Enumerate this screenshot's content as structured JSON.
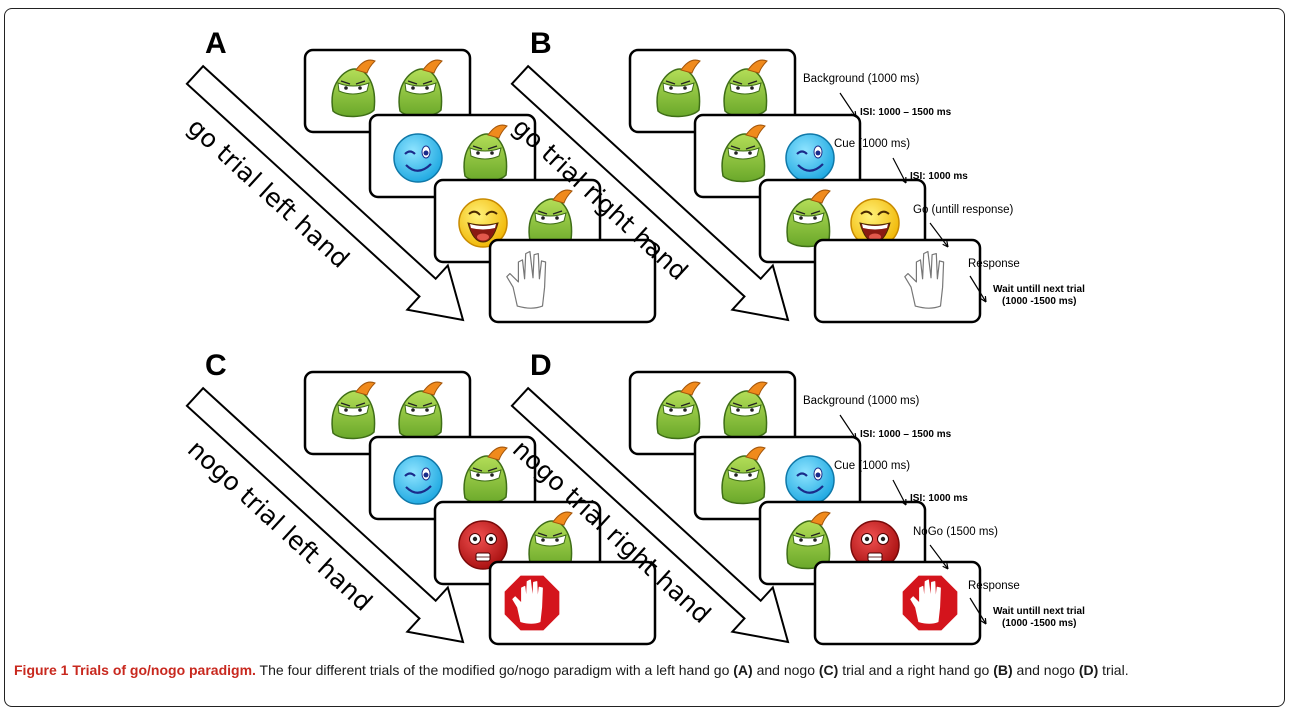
{
  "panels": [
    {
      "letter": "A",
      "arrow_label": "go trial left hand",
      "stimuli": [
        [
          "blob",
          "blob"
        ],
        [
          "wink",
          "blob"
        ],
        [
          "laugh",
          "blob"
        ]
      ],
      "response": "hand"
    },
    {
      "letter": "B",
      "arrow_label": "go trial right hand",
      "stimuli": [
        [
          "blob",
          "blob"
        ],
        [
          "blob",
          "wink"
        ],
        [
          "blob",
          "laugh"
        ]
      ],
      "response": "hand",
      "timeline": [
        "Background (1000  ms)",
        "ISI: 1000 – 1500 ms",
        "Cue (1000 ms)",
        "ISI: 1000 ms",
        "Go (untill response)",
        "Response",
        "Wait untill next trial",
        "(1000 -1500 ms)"
      ]
    },
    {
      "letter": "C",
      "arrow_label": "nogo trial left hand",
      "stimuli": [
        [
          "blob",
          "blob"
        ],
        [
          "wink",
          "blob"
        ],
        [
          "angry",
          "blob"
        ]
      ],
      "response": "stop"
    },
    {
      "letter": "D",
      "arrow_label": "nogo trial right hand",
      "stimuli": [
        [
          "blob",
          "blob"
        ],
        [
          "blob",
          "wink"
        ],
        [
          "blob",
          "angry"
        ]
      ],
      "response": "stop",
      "timeline": [
        "Background (1000  ms)",
        "ISI: 1000 – 1500 ms",
        "Cue (1000 ms)",
        "ISI: 1000 ms",
        "NoGo (1500 ms)",
        "Response",
        "Wait untill next trial",
        "(1000 -1500 ms)"
      ]
    }
  ],
  "caption": {
    "title": "Figure 1 Trials of go/nogo paradigm.",
    "text_1": " The four different trials of the modified go/nogo paradigm with a left hand go ",
    "ref_a": "(A)",
    "text_2": " and nogo ",
    "ref_c": "(C)",
    "text_3": " trial and a right hand go ",
    "ref_b": "(B)",
    "text_4": " and nogo ",
    "ref_d": "(D)",
    "text_5": " trial."
  },
  "colors": {
    "blob_green": "#8cc63f",
    "wink_blue": "#3fc5f0",
    "laugh_yellow": "#f7d117",
    "angry_red": "#cc1f1f",
    "stop_red": "#d4141c",
    "caption_title": "#c8281e"
  }
}
